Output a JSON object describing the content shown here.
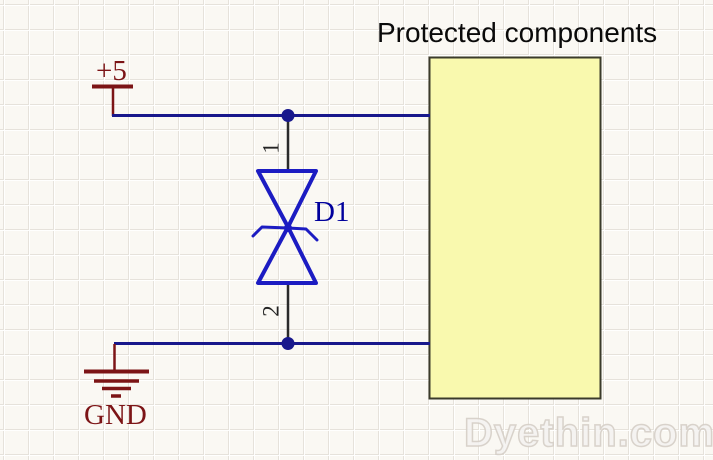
{
  "title": "Protected components",
  "watermark": "Dyethin.com",
  "power": {
    "vcc_label": "+5",
    "gnd_label": "GND"
  },
  "diode": {
    "designator": "D1",
    "pin1": "1",
    "pin2": "2",
    "type": "bidirectional-tvs-diode"
  },
  "colors": {
    "wire": "#18188c",
    "junction": "#18188c",
    "diode": "#1c1cc2",
    "power_symbol": "#7c1416",
    "pin_lead": "#2a2a2a",
    "box_fill": "#f9f9ae",
    "box_border": "#3b3b2b",
    "designator_text": "#00009c",
    "background": "#faf8f3",
    "grid_line": "#e6e2db"
  }
}
